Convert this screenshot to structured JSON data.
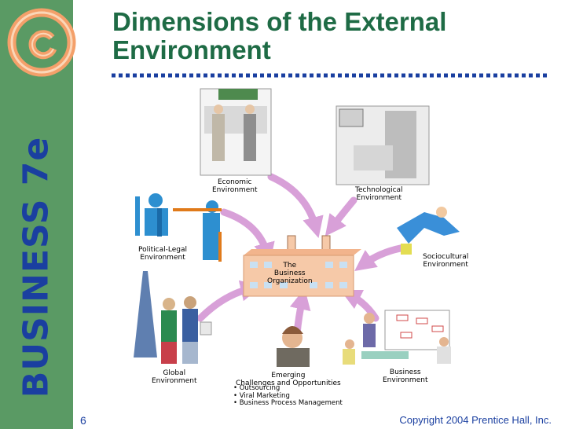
{
  "sidebar": {
    "brand": "BUSINESS 7e"
  },
  "slide": {
    "title_line1": "Dimensions of the External",
    "title_line2": "Environment",
    "page_number": "6",
    "copyright": "Copyright 2004 Prentice Hall, Inc."
  },
  "diagram": {
    "center": {
      "line1": "The",
      "line2": "Business",
      "line3": "Organization"
    },
    "economic": {
      "line1": "Economic",
      "line2": "Environment"
    },
    "technological": {
      "line1": "Technological",
      "line2": "Environment"
    },
    "political": {
      "line1": "Political-Legal",
      "line2": "Environment"
    },
    "sociocultural": {
      "line1": "Sociocultural",
      "line2": "Environment"
    },
    "global": {
      "line1": "Global",
      "line2": "Environment"
    },
    "business": {
      "line1": "Business",
      "line2": "Environment"
    },
    "emerging": {
      "line1": "Emerging",
      "line2": "Challenges and Opportunities",
      "bullets": [
        "Outsourcing",
        "Viral Marketing",
        "Business Process Management"
      ]
    }
  },
  "colors": {
    "sidebar": "#5a9a64",
    "brand": "#1a3fa0",
    "title": "#1e6b45",
    "arrow": "#d8a0d8",
    "building": "#f6c9a8"
  }
}
